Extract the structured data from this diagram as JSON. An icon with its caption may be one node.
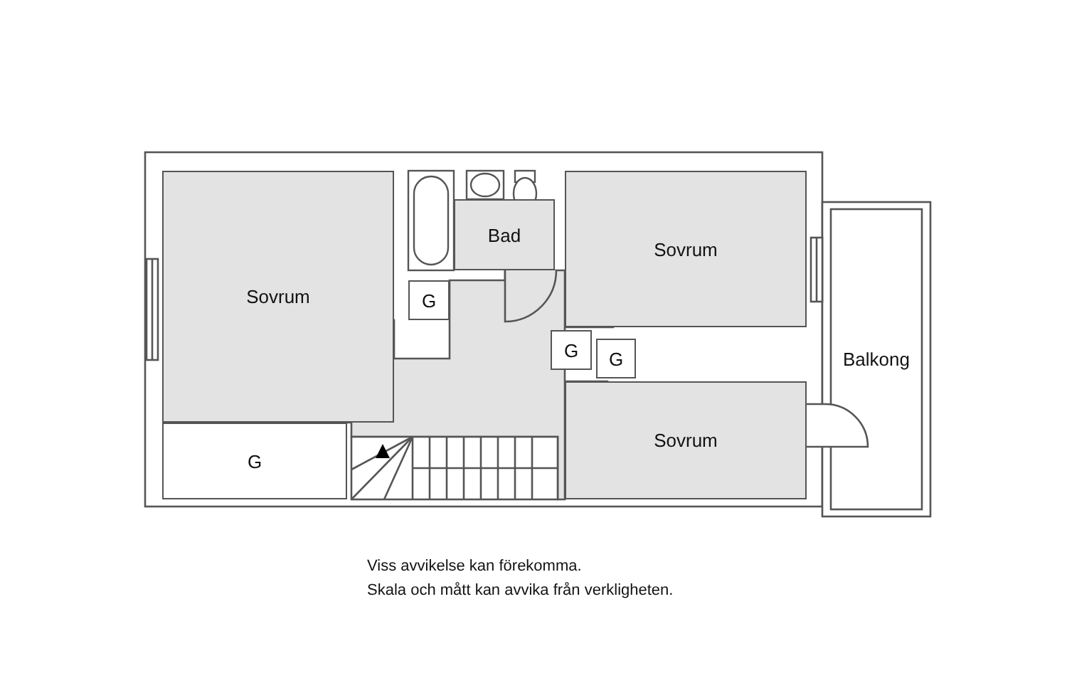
{
  "diagram": {
    "nodes": [
      {
        "text": [
          "Bad"
        ]
      },
      {
        "text": [
          "Sovrum"
        ]
      },
      {
        "text": [
          "Sovrum"
        ]
      },
      {
        "text": [
          "G"
        ]
      },
      {
        "text": [
          "G"
        ]
      },
      {
        "text": [
          "G"
        ]
      },
      {
        "text": [
          "Balkong"
        ]
      },
      {
        "text": [
          "Sovrum"
        ]
      },
      {
        "text": [
          "G"
        ]
      }
    ],
    "labels": [
      "Viss avvikelse kan förekomma.",
      "Skala och mått kan avvika från verkligheten."
    ]
  }
}
